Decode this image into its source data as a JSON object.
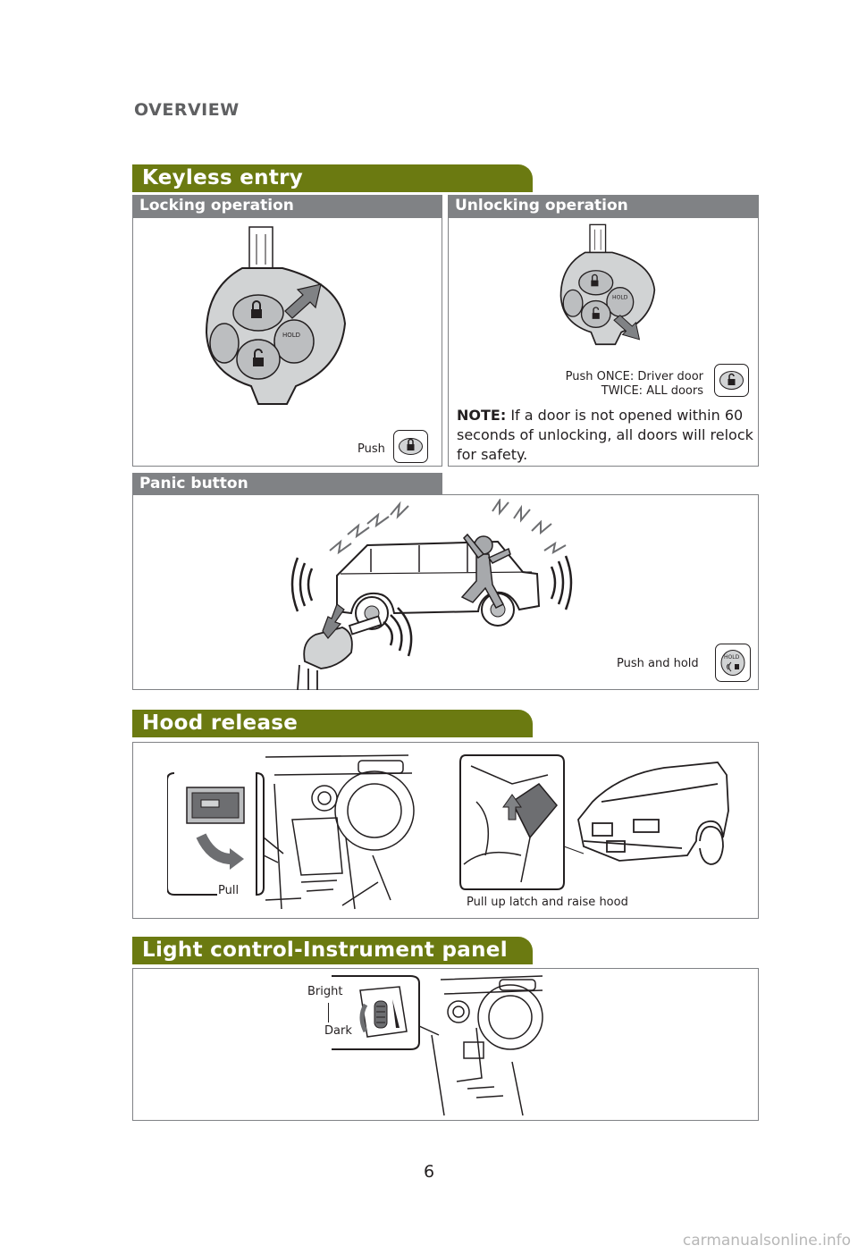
{
  "page": {
    "section_title": "OVERVIEW",
    "page_number": "6",
    "watermark": "carmanualsonline.info"
  },
  "keyless_entry": {
    "title": "Keyless entry",
    "locking": {
      "title": "Locking operation",
      "caption": "Push"
    },
    "unlocking": {
      "title": "Unlocking operation",
      "caption_line1": "Push ONCE: Driver door",
      "caption_line2": "TWICE: ALL doors",
      "note_label": "NOTE:",
      "note_text": " If a door is not opened within 60 seconds of unlocking, all doors will relock for safety."
    },
    "panic": {
      "title": "Panic button",
      "caption": "Push and hold"
    }
  },
  "hood_release": {
    "title": "Hood release",
    "pull_label": "Pull",
    "caption": "Pull up latch and raise hood"
  },
  "light_control": {
    "title": "Light control-Instrument panel",
    "bright_label": "Bright",
    "dark_label": "Dark"
  },
  "icons": {
    "lock": "lock-icon",
    "unlock": "unlock-icon",
    "hold": "panic-hold-icon",
    "key_fob": "key-fob-icon"
  },
  "colors": {
    "section_tab": "#6b7a11",
    "subsection_tab": "#808285",
    "fob_body": "#d1d3d4",
    "arrow": "#808285"
  }
}
